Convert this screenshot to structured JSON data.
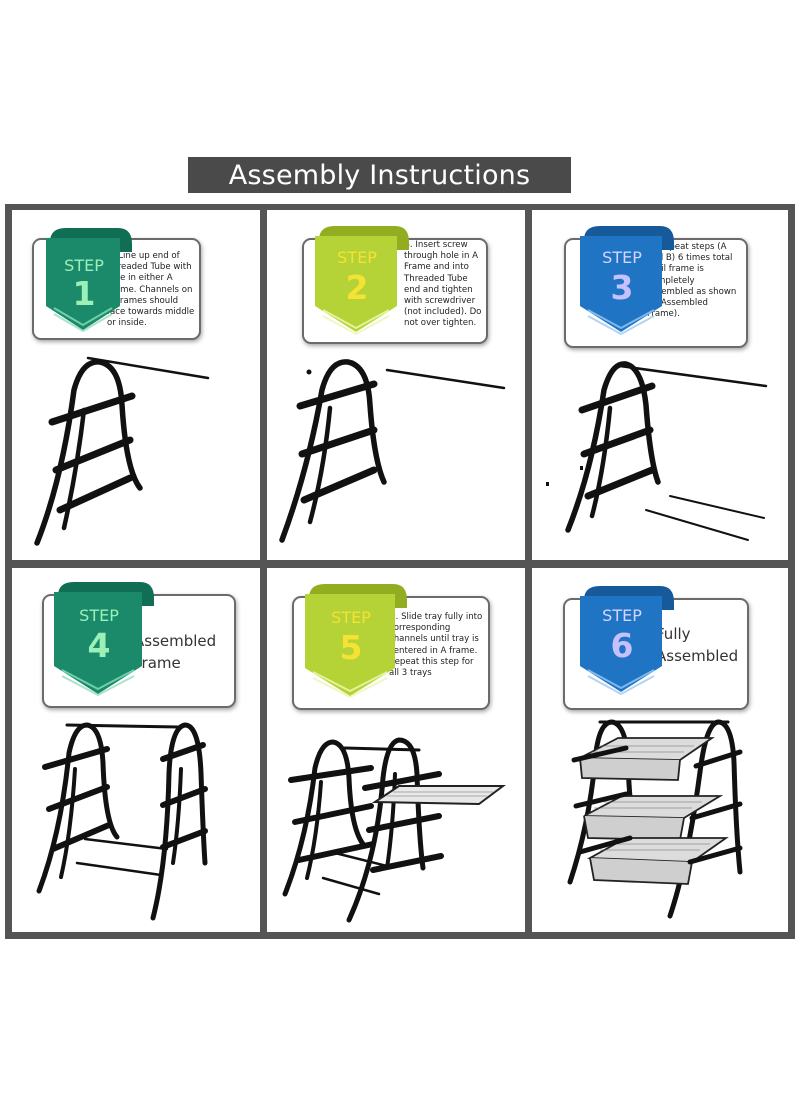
{
  "title": "Assembly Instructions",
  "step_word": "STEP",
  "colors": {
    "title_bg": "#4a4a4a",
    "grid_border": "#555555",
    "teal": "#1a8a6a",
    "lime": "#b5d336",
    "blue": "#1f74c4"
  },
  "steps": [
    {
      "number": "1",
      "color": "teal",
      "text": "A. Line up end of Threaded Tube with hole in either A Frame. Channels on A Frames should face towards middle or inside."
    },
    {
      "number": "2",
      "color": "lime",
      "text": "B. Insert screw through hole in A Frame and into Threaded Tube end and tighten with screwdriver (not included). Do not over tighten."
    },
    {
      "number": "3",
      "color": "blue",
      "text": "C. Repeat steps (A and B) 6 times total until frame is completely assembled as shown in (Assembled Frame)."
    },
    {
      "number": "4",
      "color": "teal",
      "text": "Assembled Frame"
    },
    {
      "number": "5",
      "color": "lime",
      "text": "D. Slide tray fully into corresponding channels until tray is centered in A frame. Repeat this step for all 3 trays"
    },
    {
      "number": "6",
      "color": "blue",
      "text": "Fully Assembled"
    }
  ]
}
